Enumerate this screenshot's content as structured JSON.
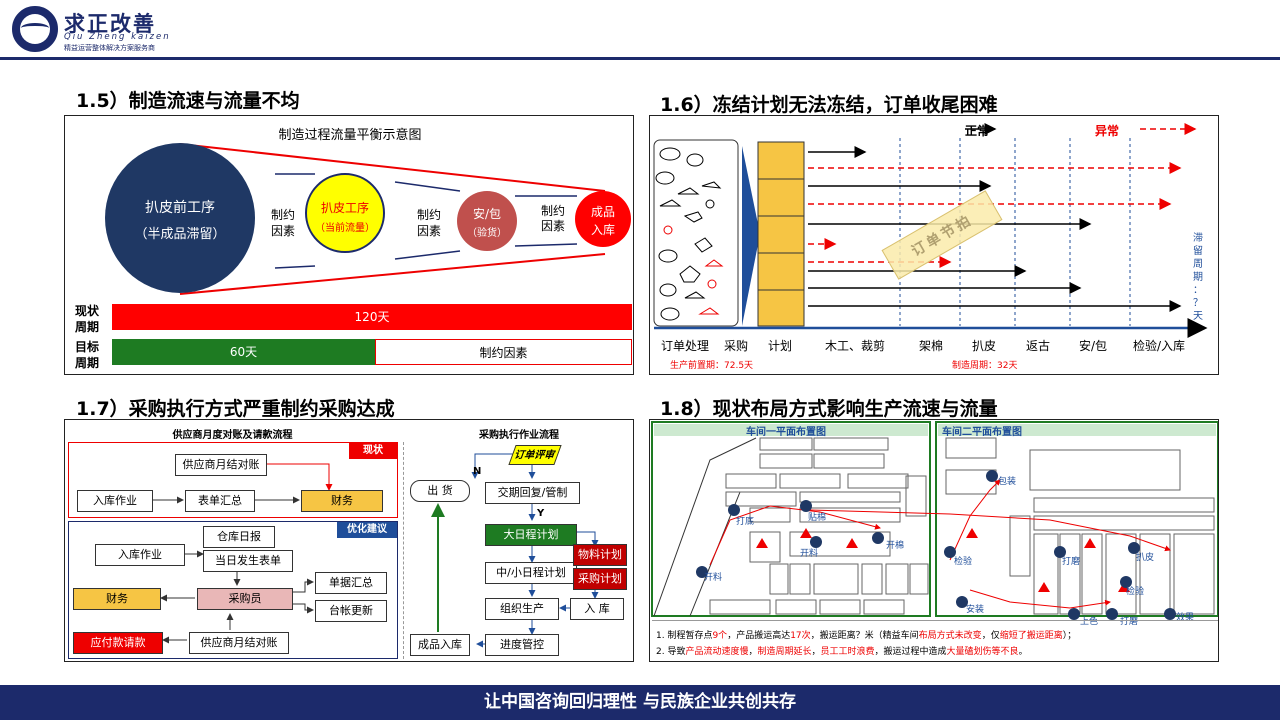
{
  "header": {
    "brand": "求正改善",
    "brand_en": "Qiu Zheng kaizen",
    "brand_sub": "精益运营整体解决方案服务商"
  },
  "footer": {
    "slogan": "让中国咨询回归理性  与民族企业共创共存"
  },
  "s15": {
    "title": "1.5）制造流速与流量不均",
    "chart_title": "制造过程流量平衡示意图",
    "c1a": "扒皮前工序",
    "c1b": "（半成品滞留）",
    "f1a": "制约",
    "f1b": "因素",
    "c2a": "扒皮工序",
    "c2b": "（当前流量）",
    "f2a": "制约",
    "f2b": "因素",
    "c3a": "安/包",
    "c3b": "（验货）",
    "f3a": "制约",
    "f3b": "因素",
    "c4a": "成品",
    "c4b": "入库",
    "now_a": "现状",
    "now_b": "周期",
    "now_val": "120天",
    "tgt_a": "目标",
    "tgt_b": "周期",
    "tgt_val": "60天",
    "tgt_rest": "制约因素"
  },
  "s16": {
    "title": "1.6）冻结计划无法冻结，订单收尾困难",
    "normal": "正常",
    "abnormal": "异常",
    "side": [
      "滞",
      "留",
      "周",
      "期",
      "：",
      "？",
      "天"
    ],
    "stamp": "订单节拍",
    "labels": [
      "订单处理",
      "采购",
      "计划",
      "木工、裁剪",
      "架棉",
      "扒皮",
      "返古",
      "安/包",
      "检验/入库"
    ],
    "pre_cycle": "生产前置期：72.5天",
    "mfg_cycle": "制造周期：32天"
  },
  "s17": {
    "title": "1.7）采购执行方式严重制约采购达成",
    "left_title": "供应商月度对账及请款流程",
    "tag_now": "现状",
    "tag_opt": "优化建议",
    "n_supplier": "供应商月结对账",
    "n_instock": "入库作业",
    "n_summary": "表单汇总",
    "n_finance": "财务",
    "o_warehouse": "仓库日报",
    "o_instock": "入库作业",
    "o_daily": "当日发生表单",
    "o_finance": "财务",
    "o_buyer": "采购员",
    "o_docs": "单据汇总",
    "o_ledger": "台帐更新",
    "o_pay": "应付款请款",
    "o_supplier": "供应商月结对账",
    "right_title": "采购执行作业流程",
    "r_order": "订单评审",
    "r_out": "出  货",
    "r_n": "N",
    "r_y": "Y",
    "r_reply": "交期回复/管制",
    "r_big": "大日程计划",
    "r_mid": "中/小日程计划",
    "r_mat": "物料计划",
    "r_buy": "采购计划",
    "r_org": "组织生产",
    "r_in": "入  库",
    "r_prod_in": "成品入库",
    "r_track": "进度管控"
  },
  "s18": {
    "title": "1.8）现状布局方式影响生产流速与流量",
    "plan1": "车间一平面布置图",
    "plan2": "车间二平面布置图",
    "note1_pre": "1.  制程暂存点",
    "note1_a": "9个",
    "note1_b": "，产品搬运高达",
    "note1_c": "17次",
    "note1_d": "，搬运距离？米（精益车间",
    "note1_e": "布局方式未改变",
    "note1_f": "，仅",
    "note1_g": "缩短了搬运距离",
    "note1_h": "）；",
    "note2_pre": "2.  导致",
    "note2_a": "产品流动速度慢",
    "note2_b": "，",
    "note2_c": "制造周期延长",
    "note2_d": "，",
    "note2_e": "员工工时浪费",
    "note2_f": "，搬运过程中造成",
    "note2_g": "大量磕划伤等不良",
    "note2_h": "。",
    "steps": [
      "开料",
      "打底",
      "开料",
      "开棉",
      "贴棉",
      "检验",
      "扒皮",
      "安装",
      "效果",
      "打磨",
      "上色",
      "包装",
      "检验",
      "打磨"
    ]
  }
}
